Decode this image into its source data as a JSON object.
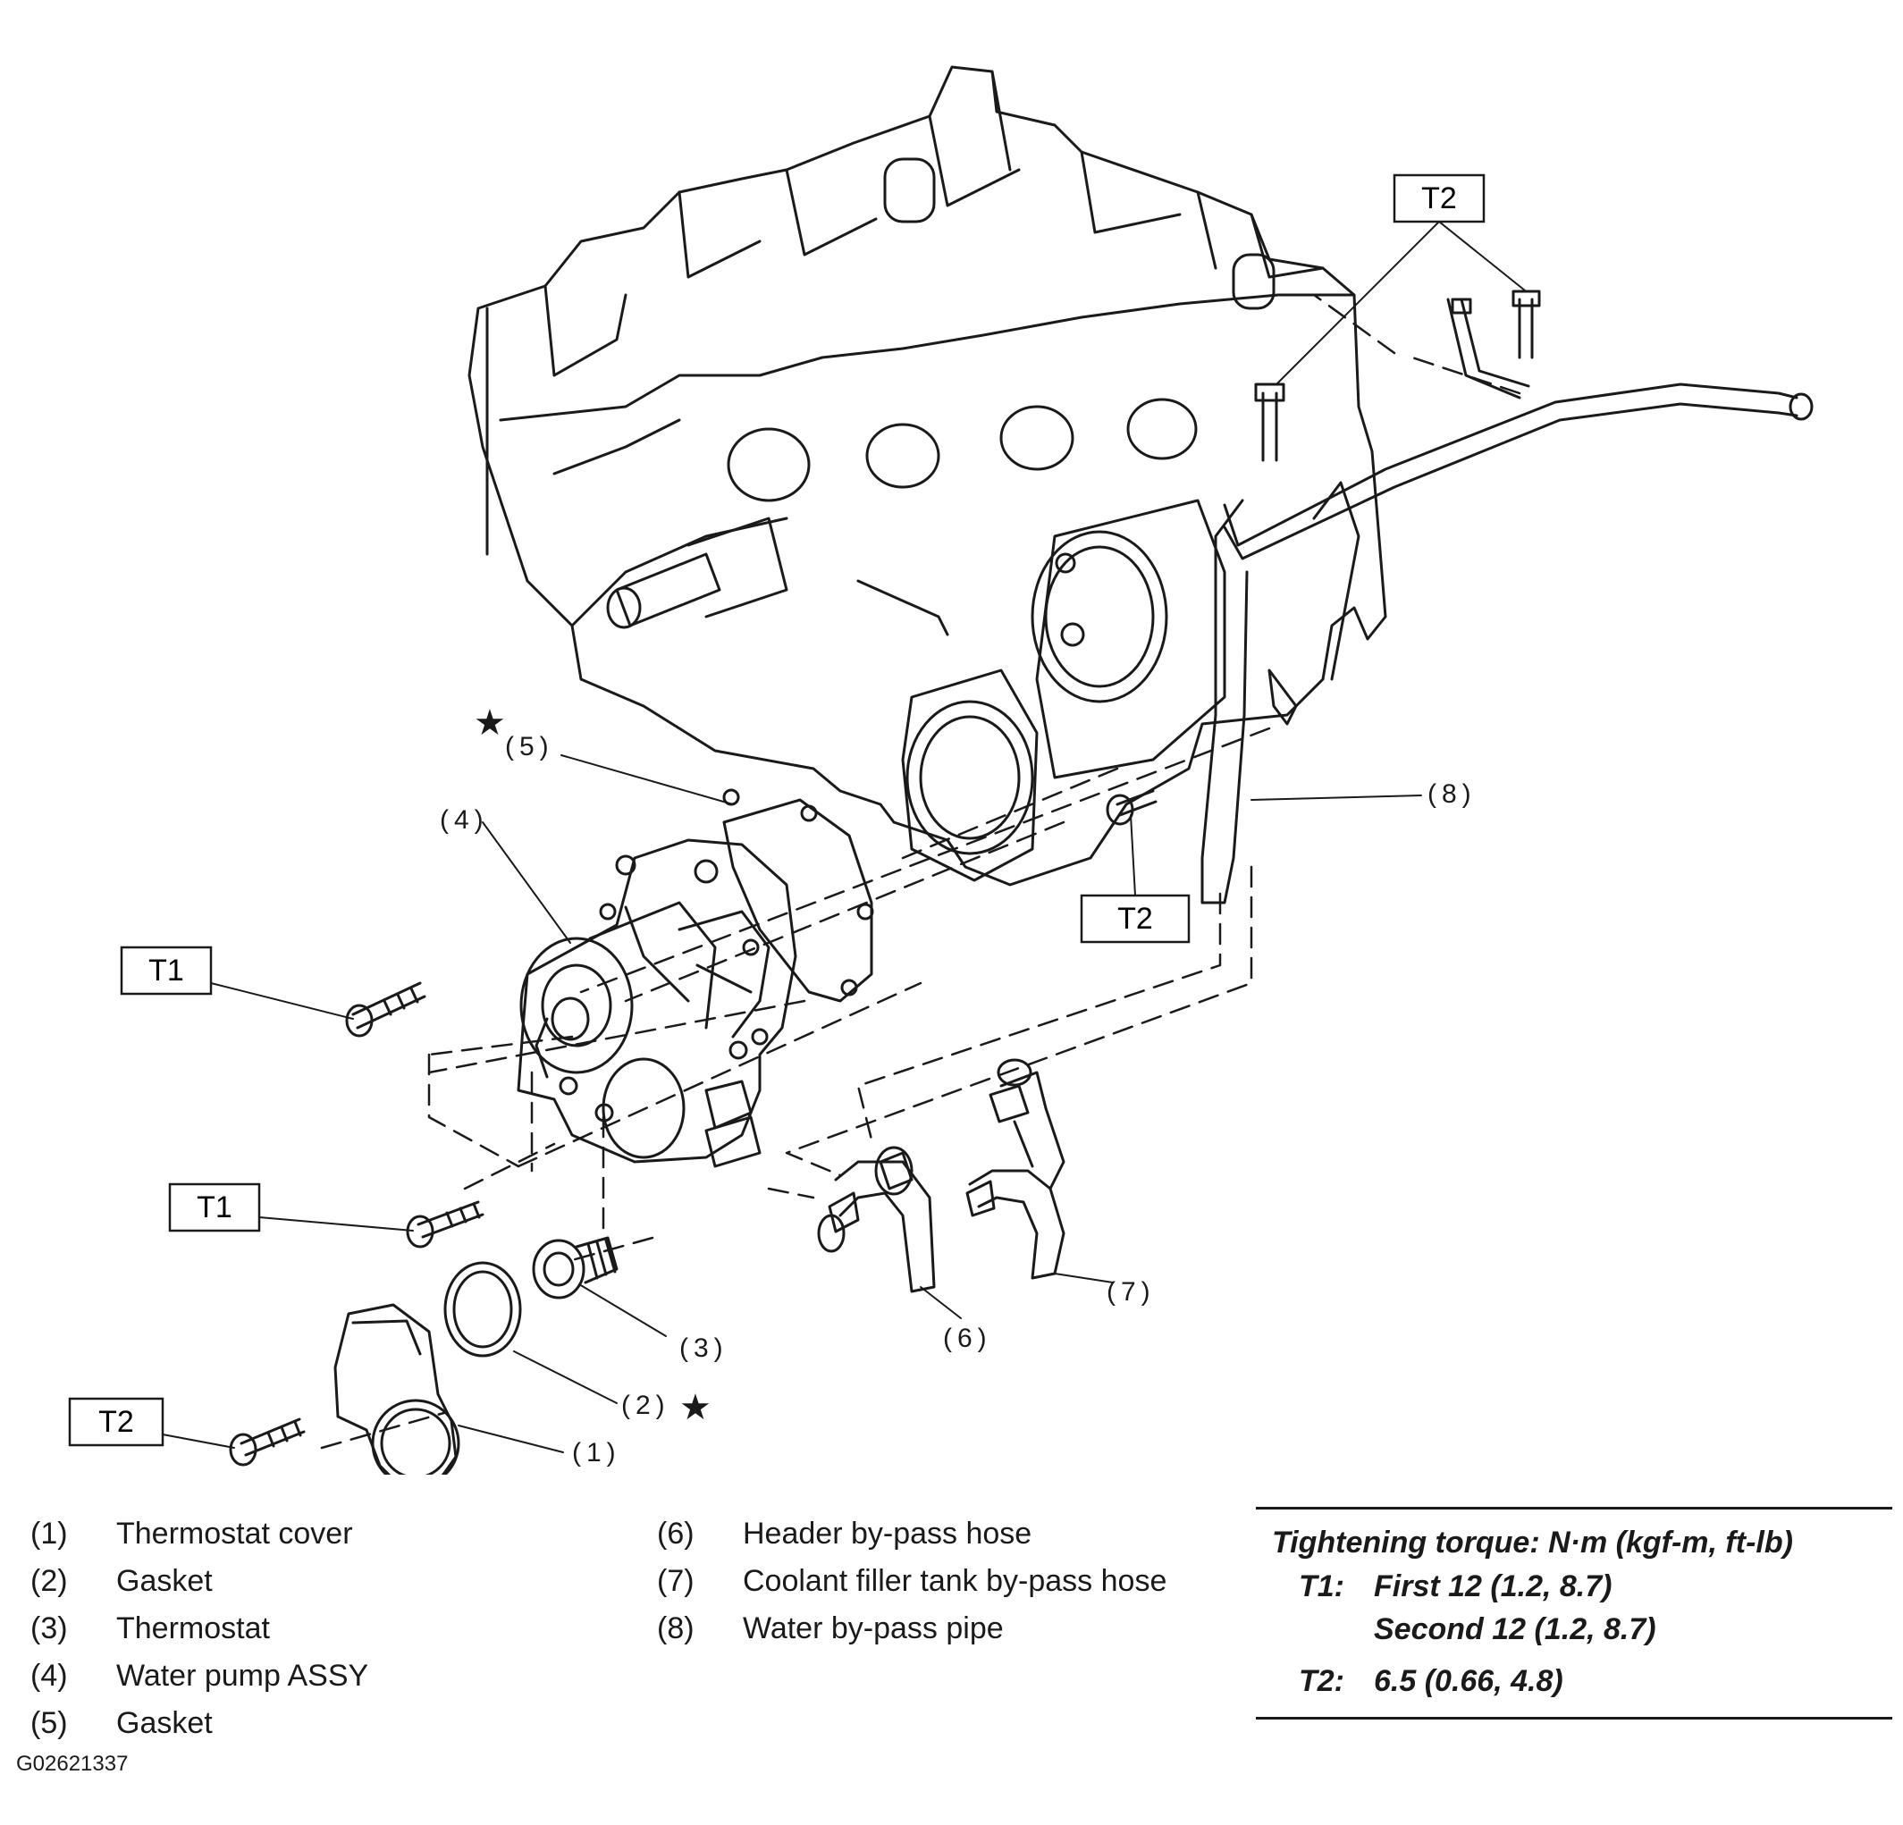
{
  "diagram": {
    "torque_boxes": [
      {
        "id": "t2-top",
        "text": "T2"
      },
      {
        "id": "t2-mid",
        "text": "T2"
      },
      {
        "id": "t1-upper",
        "text": "T1"
      },
      {
        "id": "t1-lower",
        "text": "T1"
      },
      {
        "id": "t2-bottom",
        "text": "T2"
      }
    ],
    "callouts": [
      {
        "id": "callout-1",
        "text": "(1)"
      },
      {
        "id": "callout-2",
        "text": "(2)"
      },
      {
        "id": "callout-3",
        "text": "(3)"
      },
      {
        "id": "callout-4",
        "text": "(4)"
      },
      {
        "id": "callout-5",
        "text": "(5)"
      },
      {
        "id": "callout-6",
        "text": "(6)"
      },
      {
        "id": "callout-7",
        "text": "(7)"
      },
      {
        "id": "callout-8",
        "text": "(8)"
      }
    ],
    "star_symbol": "★"
  },
  "legend": {
    "left": [
      {
        "num": "(1)",
        "label": "Thermostat cover"
      },
      {
        "num": "(2)",
        "label": "Gasket"
      },
      {
        "num": "(3)",
        "label": "Thermostat"
      },
      {
        "num": "(4)",
        "label": "Water pump ASSY"
      },
      {
        "num": "(5)",
        "label": "Gasket"
      }
    ],
    "middle": [
      {
        "num": "(6)",
        "label": "Header by-pass hose"
      },
      {
        "num": "(7)",
        "label": "Coolant filler tank by-pass hose"
      },
      {
        "num": "(8)",
        "label": "Water by-pass pipe"
      }
    ]
  },
  "torque": {
    "title": "Tightening torque: N·m (kgf-m, ft-lb)",
    "t1_key": "T1:",
    "t1_first": "First 12 (1.2, 8.7)",
    "t1_second": "Second 12 (1.2, 8.7)",
    "t2_key": "T2:",
    "t2_value": "6.5 (0.66, 4.8)"
  },
  "figure_id": "G02621337"
}
